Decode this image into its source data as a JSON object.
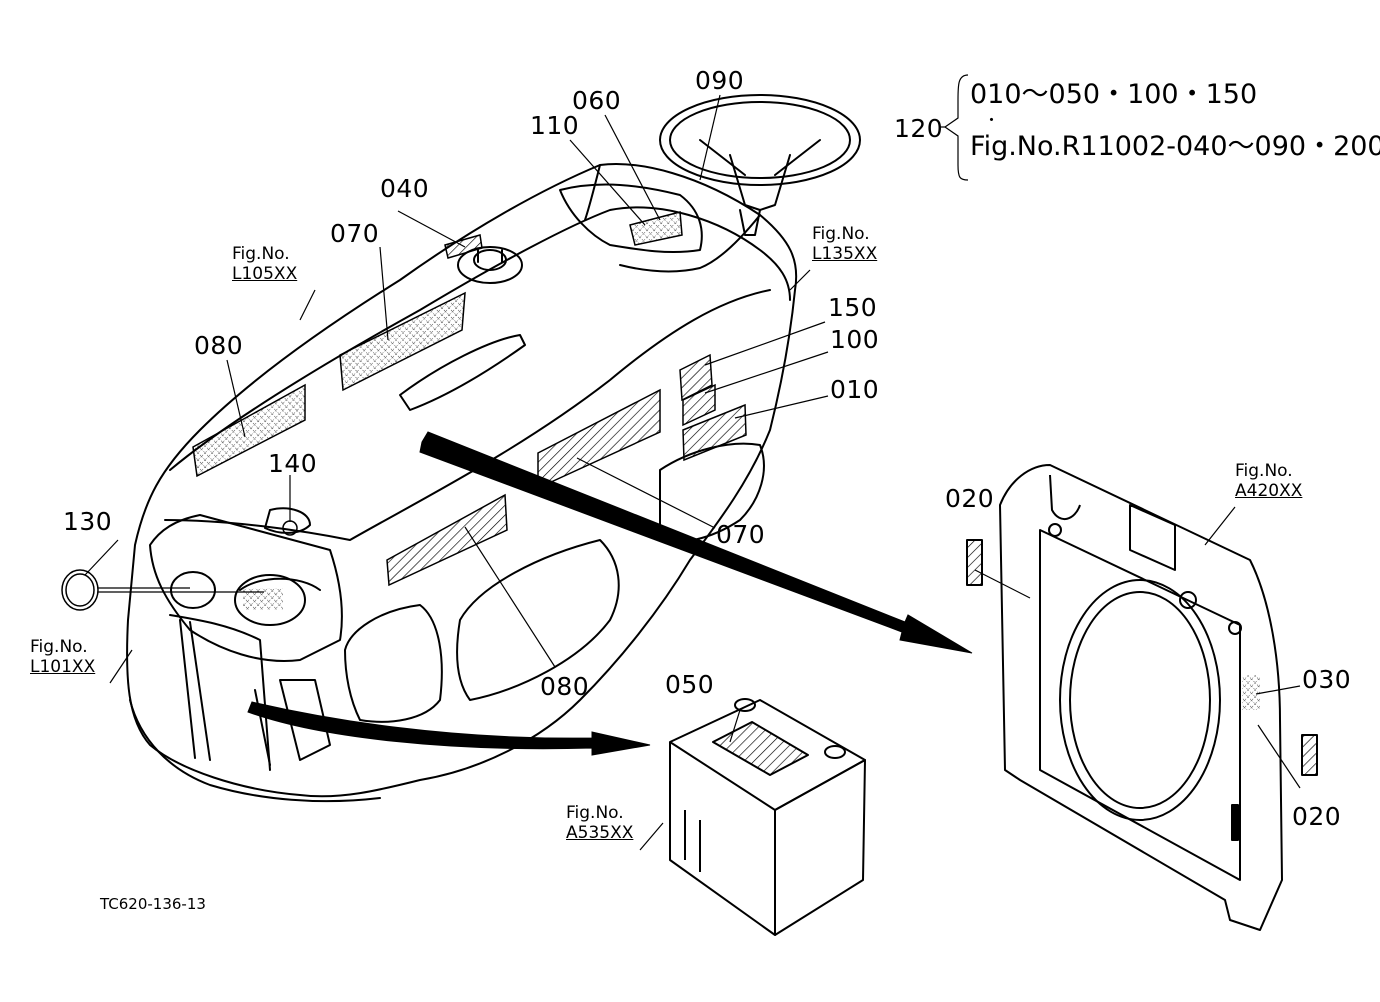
{
  "callouts": {
    "c010": "010",
    "c020a": "020",
    "c020b": "020",
    "c030": "030",
    "c040": "040",
    "c050": "050",
    "c060": "060",
    "c070a": "070",
    "c070b": "070",
    "c080a": "080",
    "c080b": "080",
    "c090": "090",
    "c100": "100",
    "c110": "110",
    "c120": "120",
    "c130": "130",
    "c140": "140",
    "c150": "150"
  },
  "figure_refs": {
    "L105": {
      "prefix": "Fig.No.",
      "code": "L105XX"
    },
    "L135": {
      "prefix": "Fig.No.",
      "code": "L135XX"
    },
    "L101": {
      "prefix": "Fig.No.",
      "code": "L101XX"
    },
    "A420": {
      "prefix": "Fig.No.",
      "code": "A420XX"
    },
    "A535": {
      "prefix": "Fig.No.",
      "code": "A535XX"
    }
  },
  "set_note": {
    "line1": "010～050・100・150",
    "dot": "・",
    "line2": "Fig.No.R11002-040～090・200"
  },
  "drawing_code": "TC620-136-13"
}
